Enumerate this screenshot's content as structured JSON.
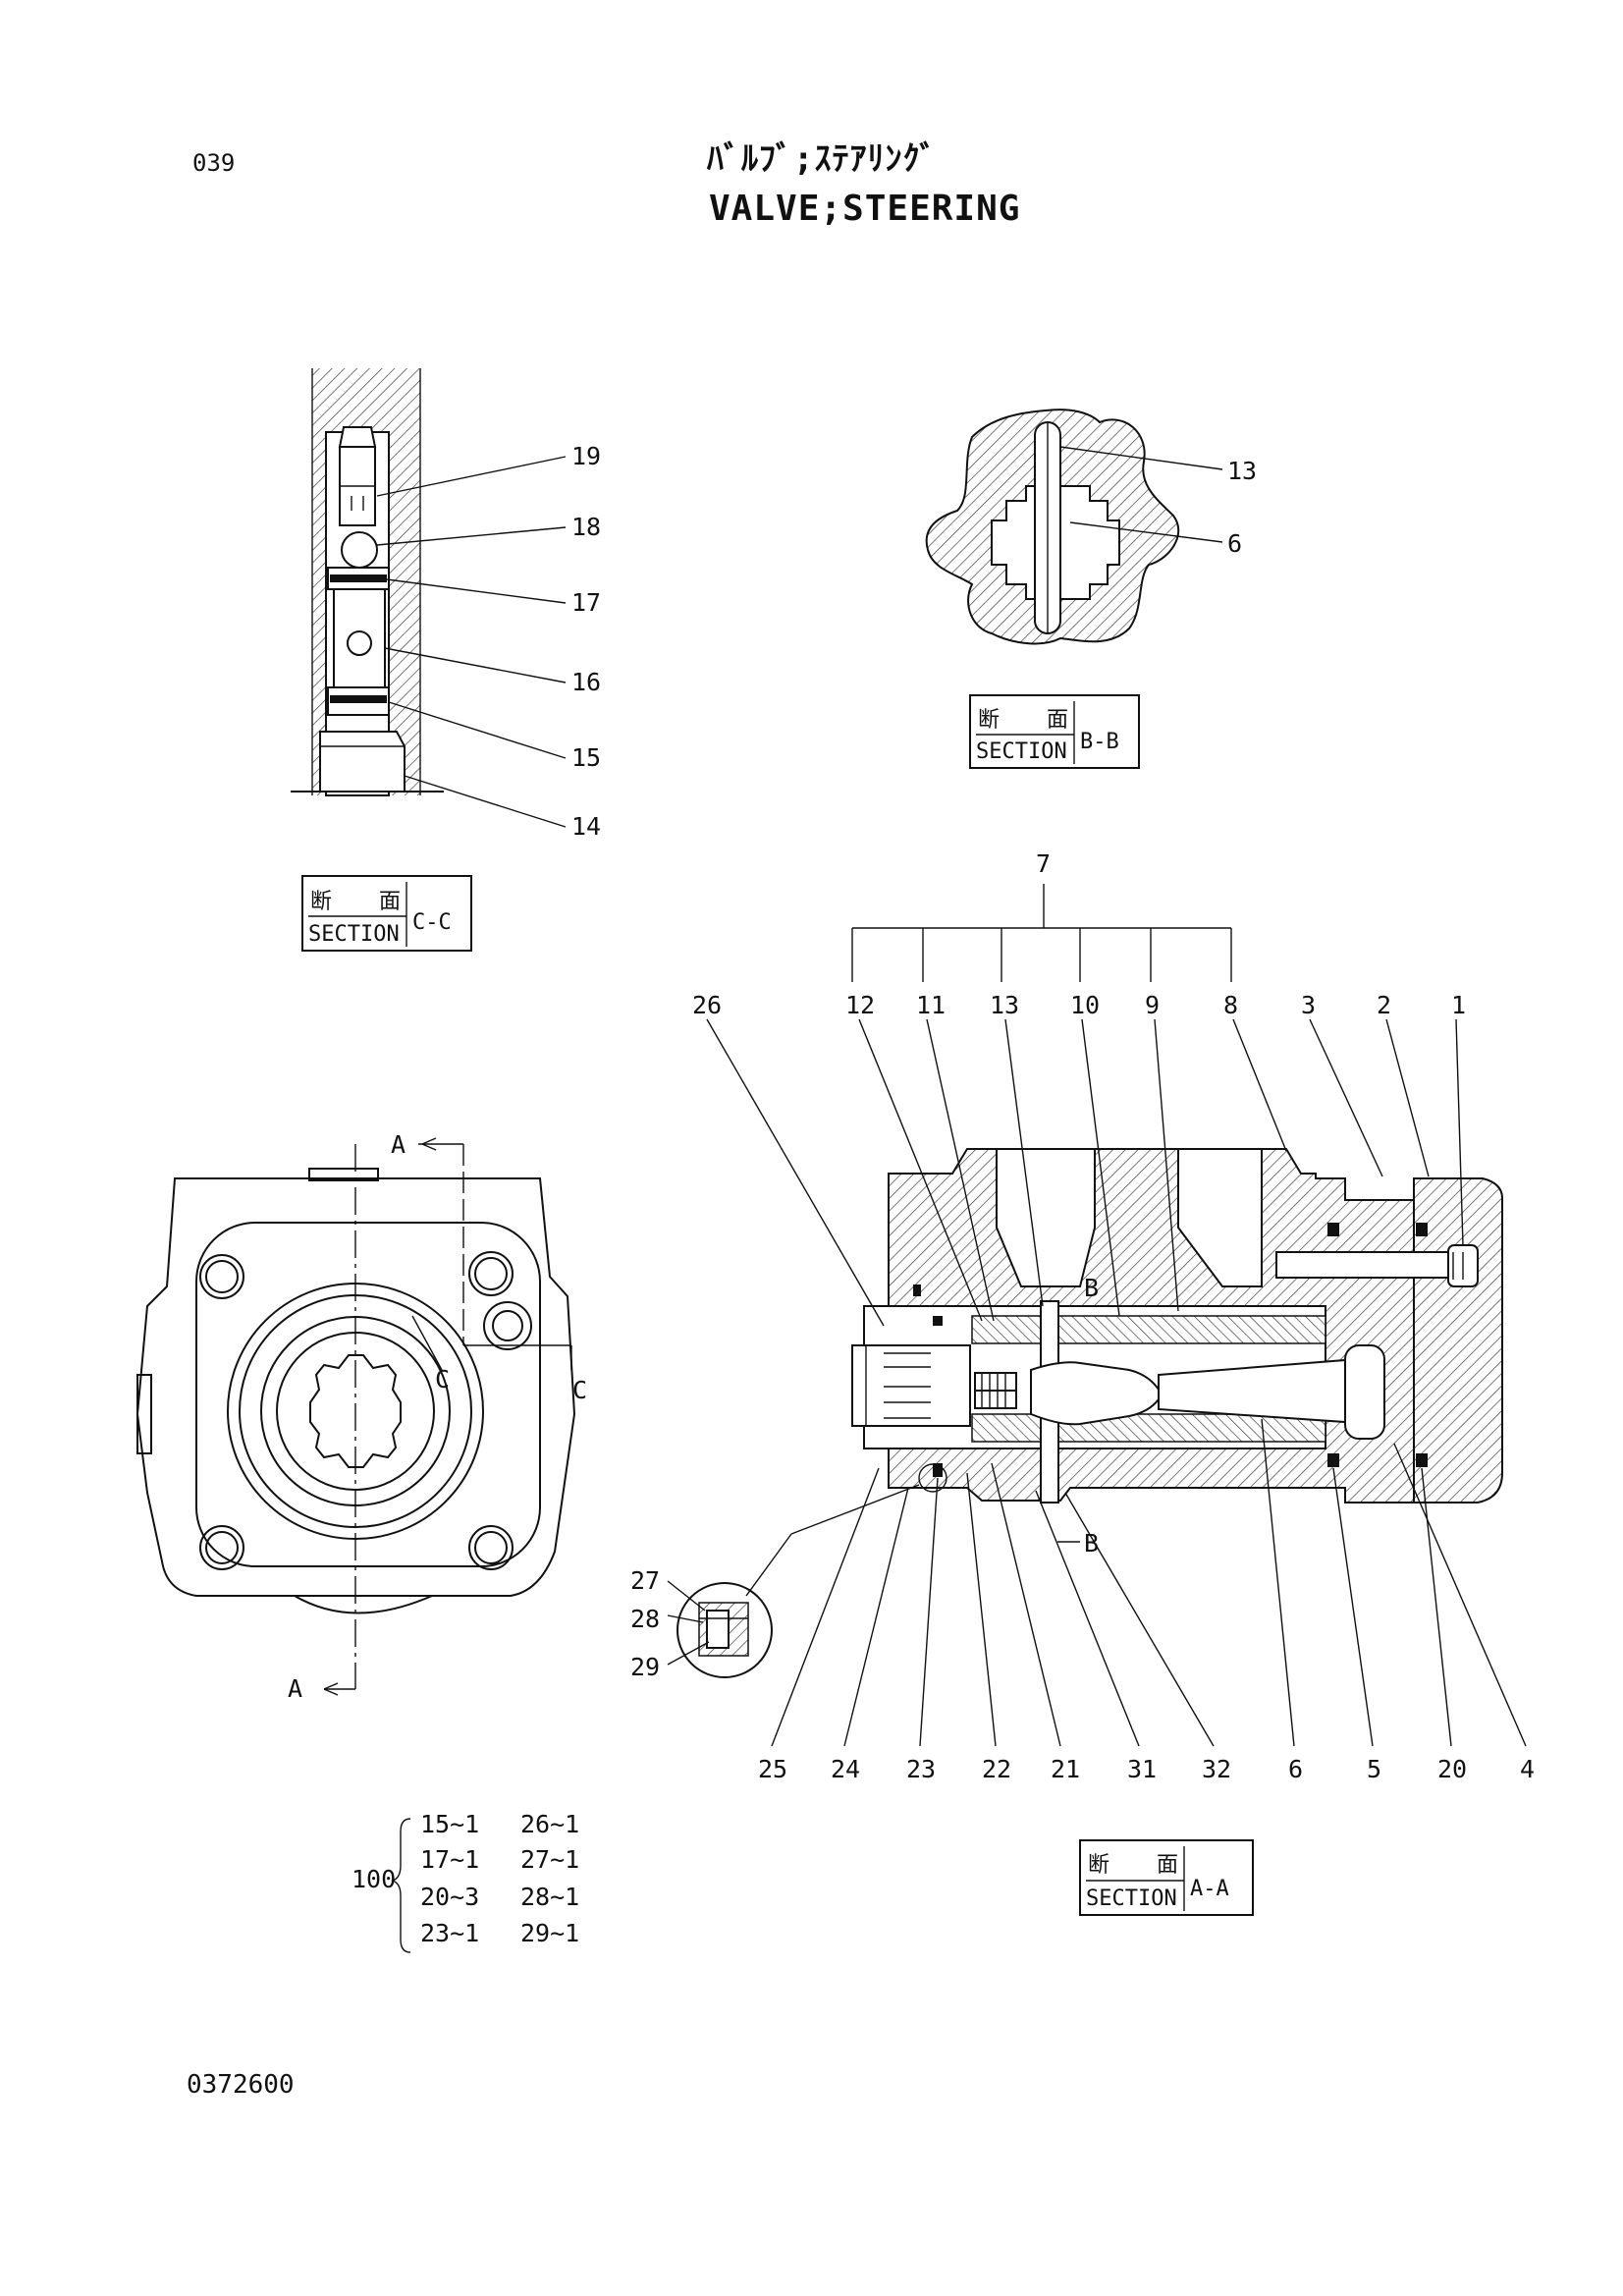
{
  "page": {
    "page_number": "039",
    "title_jp": "ﾊﾞﾙﾌﾞ;ｽﾃｱﾘﾝｸﾞ",
    "title_en": "VALVE;STEERING",
    "doc_code": "0372600"
  },
  "sections": {
    "cc": {
      "kanji_left": "断",
      "kanji_right": "面",
      "word": "SECTION",
      "id": "C-C"
    },
    "bb": {
      "kanji_left": "断",
      "kanji_right": "面",
      "word": "SECTION",
      "id": "B-B"
    },
    "aa": {
      "kanji_left": "断",
      "kanji_right": "面",
      "word": "SECTION",
      "id": "A-A"
    }
  },
  "callouts_cc": [
    "19",
    "18",
    "17",
    "16",
    "15",
    "14"
  ],
  "callouts_bb": [
    "13",
    "6"
  ],
  "callout_group": "7",
  "callouts_aa_top": [
    "26",
    "12",
    "11",
    "13",
    "10",
    "9",
    "8",
    "3",
    "2",
    "1"
  ],
  "callouts_aa_bottom": [
    "25",
    "24",
    "23",
    "22",
    "21",
    "31",
    "32",
    "6",
    "5",
    "20",
    "4"
  ],
  "callouts_detail": [
    "27",
    "28",
    "29"
  ],
  "section_markers": {
    "a": "A",
    "c": "C",
    "b": "B"
  },
  "kit": {
    "number": "100",
    "col1": [
      "15~1",
      "17~1",
      "20~3",
      "23~1"
    ],
    "col2": [
      "26~1",
      "27~1",
      "28~1",
      "29~1"
    ]
  }
}
